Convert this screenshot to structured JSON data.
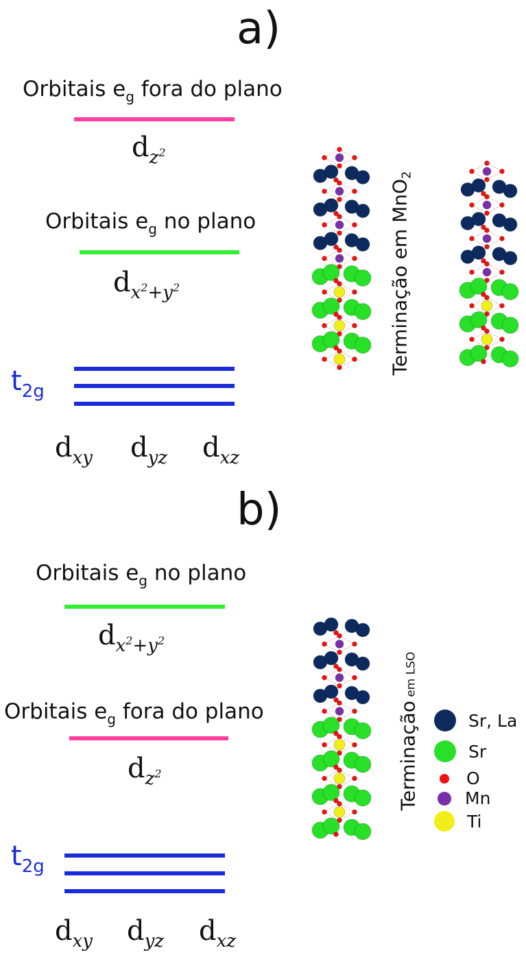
{
  "panels": {
    "a": {
      "label": "a)",
      "eg_out": {
        "title_pre": "Orbitais e",
        "title_sub": "g",
        "title_post": " fora do plano",
        "math_d": "d",
        "math_sub": "z",
        "math_sup": "2",
        "color": "#ff3fa0"
      },
      "eg_in": {
        "title_pre": "Orbitais e",
        "title_sub": "g",
        "title_post": " no plano",
        "math_d": "d",
        "math_sub": "x",
        "math_sup": "2",
        "math_mid": "+y",
        "math_sup2": "2",
        "color": "#33ee33"
      },
      "t2g": {
        "t": "t",
        "sub": "2g",
        "color": "#1a2bd9",
        "orbitals": [
          "xy",
          "yz",
          "xz"
        ]
      },
      "termination": {
        "pre": "Terminação em MnO",
        "sub": "2"
      }
    },
    "b": {
      "label": "b)",
      "eg_in": {
        "title_pre": "Orbitais e",
        "title_sub": "g",
        "title_post": " no plano",
        "math_d": "d",
        "math_sub": "x",
        "math_sup": "2",
        "math_mid": "+y",
        "math_sup2": "2",
        "color": "#33ee33"
      },
      "eg_out": {
        "title_pre": "Orbitais e",
        "title_sub": "g",
        "title_post": " fora do plano",
        "math_d": "d",
        "math_sub": "z",
        "math_sup": "2",
        "color": "#ff3fa0"
      },
      "t2g": {
        "t": "t",
        "sub": "2g",
        "color": "#1a2bd9",
        "orbitals": [
          "xy",
          "yz",
          "xz"
        ]
      },
      "termination": {
        "main": "Terminação",
        "small": " em LSO"
      }
    }
  },
  "legend": [
    {
      "label": "Sr, La",
      "color": "#0c2a5e"
    },
    {
      "label": "Sr",
      "color": "#27e027"
    },
    {
      "label": "O",
      "color": "#ee1111"
    },
    {
      "label": "Mn",
      "color": "#7a2fa8"
    },
    {
      "label": "Ti",
      "color": "#f2ee1a"
    }
  ]
}
